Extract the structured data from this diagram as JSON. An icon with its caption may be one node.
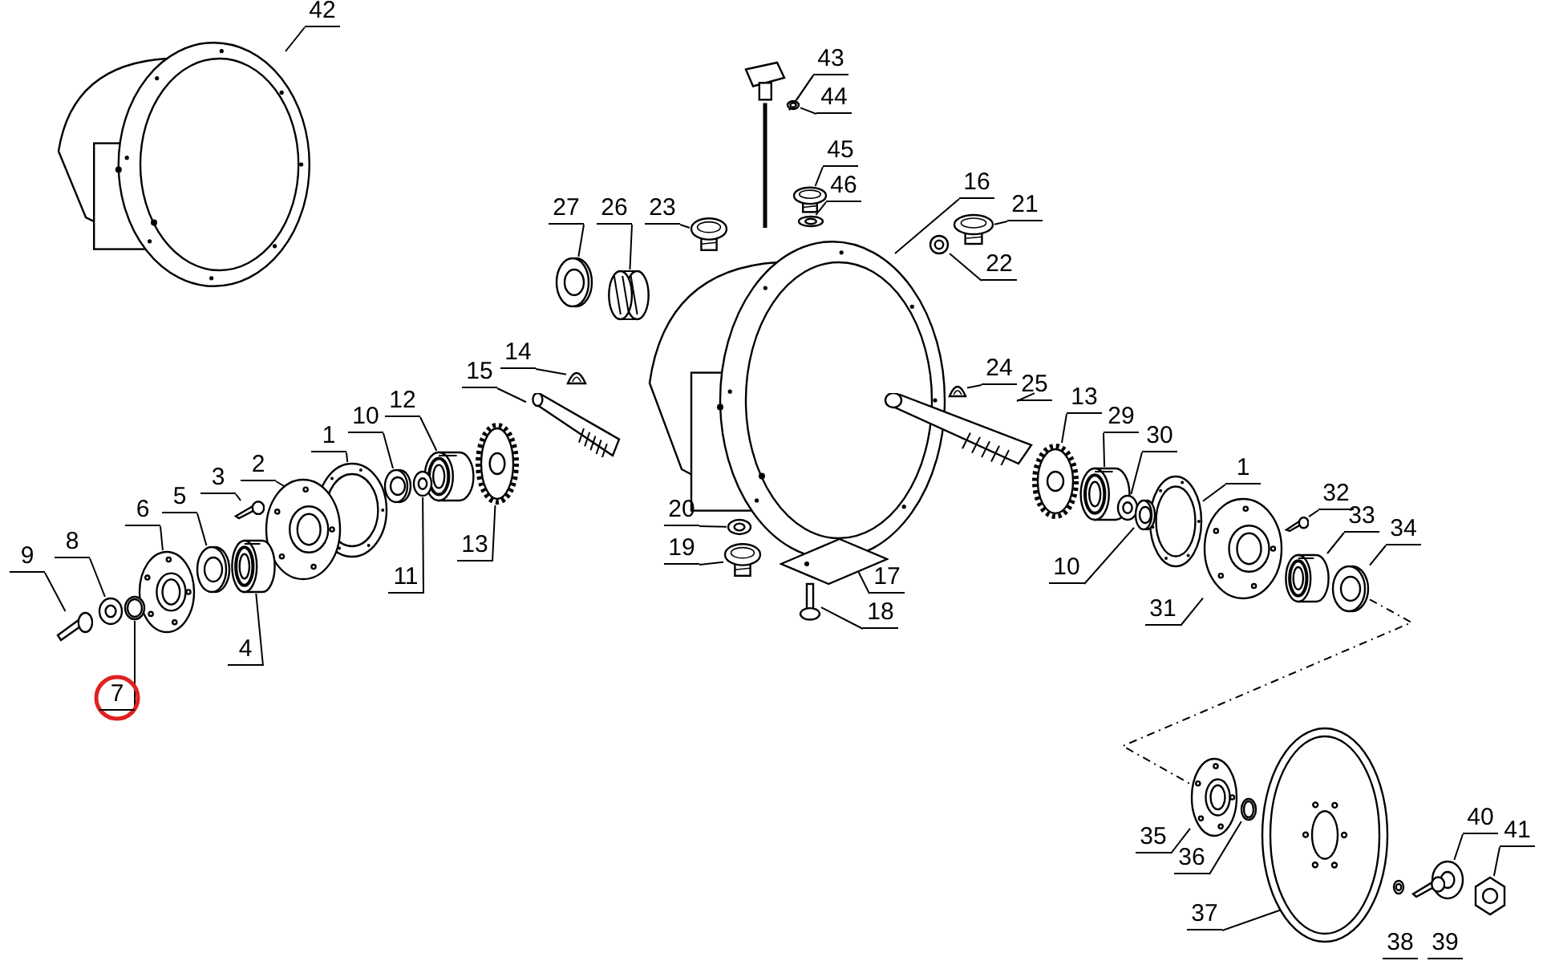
{
  "diagram": {
    "nodes": [
      {
        "text": [
          "42"
        ]
      },
      {
        "text": [],
        "shape": "picture"
      },
      {
        "text": [
          "43"
        ]
      },
      {
        "text": [],
        "shape": "picture"
      },
      {
        "text": [
          "44"
        ]
      },
      {
        "text": [],
        "shape": "picture"
      },
      {
        "text": [
          "45"
        ]
      },
      {
        "text": [],
        "shape": "picture"
      },
      {
        "text": [
          "46"
        ]
      },
      {
        "text": [],
        "shape": "picture"
      },
      {
        "text": [
          "27"
        ]
      },
      {
        "text": [],
        "shape": "picture"
      },
      {
        "text": [
          "26"
        ]
      },
      {
        "text": [],
        "shape": "picture"
      },
      {
        "text": [
          "23"
        ]
      },
      {
        "text": [],
        "shape": "picture"
      },
      {
        "text": [
          "16"
        ]
      },
      {
        "text": [],
        "shape": "picture"
      },
      {
        "text": [
          "21"
        ]
      },
      {
        "text": [],
        "shape": "picture"
      },
      {
        "text": [
          "22"
        ]
      },
      {
        "text": [],
        "shape": "picture"
      },
      {
        "text": [
          "14"
        ]
      },
      {
        "text": [],
        "shape": "picture"
      },
      {
        "text": [
          "15"
        ]
      },
      {
        "text": [],
        "shape": "picture"
      },
      {
        "text": [
          "24"
        ]
      },
      {
        "text": [],
        "shape": "picture"
      },
      {
        "text": [
          "25"
        ]
      },
      {
        "text": [],
        "shape": "picture"
      },
      {
        "text": [
          "12"
        ]
      },
      {
        "text": [],
        "shape": "picture"
      },
      {
        "text": [
          "10"
        ]
      },
      {
        "text": [],
        "shape": "picture"
      },
      {
        "text": [
          "1"
        ]
      },
      {
        "text": [],
        "shape": "picture"
      },
      {
        "text": [
          "13"
        ]
      },
      {
        "text": [],
        "shape": "picture"
      },
      {
        "text": [
          "2"
        ]
      },
      {
        "text": [],
        "shape": "picture"
      },
      {
        "text": [
          "3"
        ]
      },
      {
        "text": [],
        "shape": "picture"
      },
      {
        "text": [
          "5"
        ]
      },
      {
        "text": [],
        "shape": "picture"
      },
      {
        "text": [
          "6"
        ]
      },
      {
        "text": [],
        "shape": "picture"
      },
      {
        "text": [
          "8"
        ]
      },
      {
        "text": [],
        "shape": "picture"
      },
      {
        "text": [
          "9"
        ]
      },
      {
        "text": [],
        "shape": "picture"
      },
      {
        "text": [
          "11"
        ]
      },
      {
        "text": [],
        "shape": "picture"
      },
      {
        "text": [
          "4"
        ]
      },
      {
        "text": [],
        "shape": "picture"
      },
      {
        "text": [
          "7"
        ]
      },
      {
        "text": [],
        "shape": "picture"
      },
      {
        "text": [
          "13"
        ]
      },
      {
        "text": [],
        "shape": "picture"
      },
      {
        "text": [
          "29"
        ]
      },
      {
        "text": [],
        "shape": "picture"
      },
      {
        "text": [
          "30"
        ]
      },
      {
        "text": [],
        "shape": "picture"
      },
      {
        "text": [
          "1"
        ]
      },
      {
        "text": [],
        "shape": "picture"
      },
      {
        "text": [
          "32"
        ]
      },
      {
        "text": [],
        "shape": "picture"
      },
      {
        "text": [
          "33"
        ]
      },
      {
        "text": [],
        "shape": "picture"
      },
      {
        "text": [
          "34"
        ]
      },
      {
        "text": [],
        "shape": "picture"
      },
      {
        "text": [
          "10"
        ]
      },
      {
        "text": [],
        "shape": "picture"
      },
      {
        "text": [
          "31"
        ]
      },
      {
        "text": [],
        "shape": "picture"
      },
      {
        "text": [
          "20"
        ]
      },
      {
        "text": [],
        "shape": "picture"
      },
      {
        "text": [
          "19"
        ]
      },
      {
        "text": [],
        "shape": "picture"
      },
      {
        "text": [
          "17"
        ]
      },
      {
        "text": [],
        "shape": "picture"
      },
      {
        "text": [
          "18"
        ]
      },
      {
        "text": [],
        "shape": "picture"
      },
      {
        "text": [
          "40"
        ]
      },
      {
        "text": [],
        "shape": "picture"
      },
      {
        "text": [
          "41"
        ]
      },
      {
        "text": [],
        "shape": "picture"
      },
      {
        "text": [
          "35"
        ]
      },
      {
        "text": [],
        "shape": "picture"
      },
      {
        "text": [
          "36"
        ]
      },
      {
        "text": [],
        "shape": "picture"
      },
      {
        "text": [
          "37"
        ]
      },
      {
        "text": [],
        "shape": "picture"
      },
      {
        "text": [
          "38"
        ]
      },
      {
        "text": [],
        "shape": "picture"
      },
      {
        "text": [
          "39"
        ]
      },
      {
        "text": [],
        "shape": "picture"
      }
    ],
    "edges": [
      {
        "from": 0,
        "to": 1,
        "arrow": "none"
      },
      {
        "from": 2,
        "to": 3,
        "arrow": "none"
      },
      {
        "from": 2,
        "to": 5,
        "arrow": "none"
      },
      {
        "from": 4,
        "to": 5,
        "arrow": "none"
      },
      {
        "from": 6,
        "to": 7,
        "arrow": "none"
      },
      {
        "from": 8,
        "to": 9,
        "arrow": "none"
      },
      {
        "from": 10,
        "to": 11,
        "arrow": "none"
      },
      {
        "from": 12,
        "to": 13,
        "arrow": "none"
      },
      {
        "from": 14,
        "to": 15,
        "arrow": "none"
      },
      {
        "from": 16,
        "to": 17,
        "arrow": "none"
      },
      {
        "from": 18,
        "to": 19,
        "arrow": "none"
      },
      {
        "from": 20,
        "to": 21,
        "arrow": "none"
      },
      {
        "from": 22,
        "to": 23,
        "arrow": "none"
      },
      {
        "from": 24,
        "to": 25,
        "arrow": "none"
      },
      {
        "from": 26,
        "to": 27,
        "arrow": "none"
      },
      {
        "from": 28,
        "to": 29,
        "arrow": "none"
      },
      {
        "from": 30,
        "to": 31,
        "arrow": "none"
      },
      {
        "from": 32,
        "to": 33,
        "arrow": "none"
      },
      {
        "from": 34,
        "to": 35,
        "arrow": "none"
      },
      {
        "from": 36,
        "to": 37,
        "arrow": "none"
      },
      {
        "from": 38,
        "to": 39,
        "arrow": "none"
      },
      {
        "from": 40,
        "to": 41,
        "arrow": "none"
      },
      {
        "from": 42,
        "to": 43,
        "arrow": "none"
      },
      {
        "from": 44,
        "to": 45,
        "arrow": "none"
      },
      {
        "from": 46,
        "to": 47,
        "arrow": "none"
      },
      {
        "from": 48,
        "to": 49,
        "arrow": "none"
      },
      {
        "from": 50,
        "to": 51,
        "arrow": "none"
      },
      {
        "from": 52,
        "to": 53,
        "arrow": "none"
      },
      {
        "from": 54,
        "to": 55,
        "arrow": "none"
      },
      {
        "from": 56,
        "to": 57,
        "arrow": "none"
      },
      {
        "from": 58,
        "to": 59,
        "arrow": "none"
      },
      {
        "from": 60,
        "to": 61,
        "arrow": "none"
      },
      {
        "from": 62,
        "to": 63,
        "arrow": "none"
      },
      {
        "from": 64,
        "to": 65,
        "arrow": "none"
      },
      {
        "from": 66,
        "to": 67,
        "arrow": "none"
      },
      {
        "from": 68,
        "to": 69,
        "arrow": "none"
      },
      {
        "from": 70,
        "to": 71,
        "arrow": "none"
      },
      {
        "from": 72,
        "to": 73,
        "arrow": "none"
      },
      {
        "from": 74,
        "to": 75,
        "arrow": "none"
      },
      {
        "from": 76,
        "to": 77,
        "arrow": "none"
      },
      {
        "from": 78,
        "to": 79,
        "arrow": "none"
      },
      {
        "from": 80,
        "to": 81,
        "arrow": "none"
      },
      {
        "from": 82,
        "to": 83,
        "arrow": "none"
      },
      {
        "from": 84,
        "to": 85,
        "arrow": "none"
      },
      {
        "from": 86,
        "to": 87,
        "arrow": "none"
      },
      {
        "from": 88,
        "to": 89,
        "arrow": "none"
      },
      {
        "from": 90,
        "to": 91,
        "arrow": "none"
      },
      {
        "from": 69,
        "to": 87,
        "arrow": "none",
        "style": "dashed"
      }
    ]
  }
}
